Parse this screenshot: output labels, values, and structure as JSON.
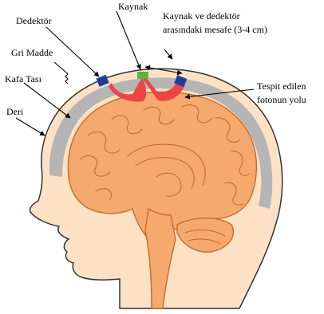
{
  "labels": {
    "kaynak": "Kaynak",
    "dedektor": "Dedektör",
    "gri_madde": "Gri Madde",
    "kafa_tasi": "Kafa Tası",
    "deri": "Deri",
    "mesafe_line1": "Kaynak ve dedektör",
    "mesafe_line2": "arasındaki mesafe (3-4 cm)",
    "yol_line1": "Tespit edilen",
    "yol_line2": "fotonun yolu"
  },
  "colors": {
    "skin": "#FCE1C4",
    "skin_outline": "#333333",
    "skull": "#B5B5B5",
    "brain": "#F6A96C",
    "brain_outline": "#C96A2A",
    "photon_path": "#EE4444",
    "source": "#5DB43A",
    "detector": "#1F3E98"
  }
}
